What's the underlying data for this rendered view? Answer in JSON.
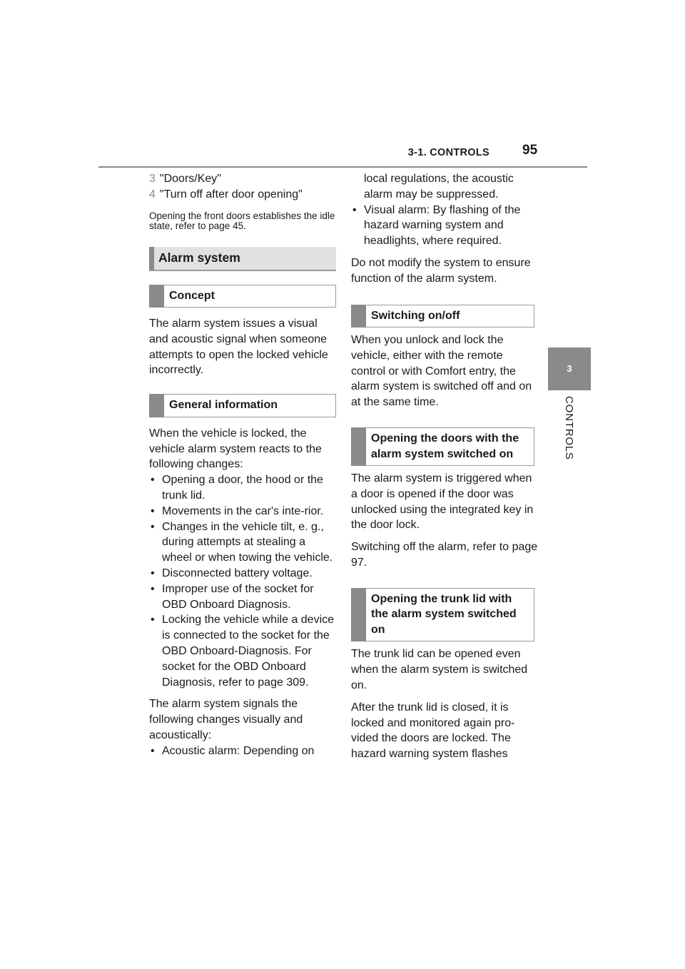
{
  "header": {
    "section": "3-1. CONTROLS",
    "page_number": "95"
  },
  "side_tab": {
    "number": "3",
    "label": "CONTROLS"
  },
  "left": {
    "steps": [
      {
        "num": "3",
        "text": "\"Doors/Key\""
      },
      {
        "num": "4",
        "text": "\"Turn off after door opening\""
      }
    ],
    "note": "Opening the front doors establishes the idle state, refer to page 45.",
    "alarm_heading": "Alarm system",
    "concept_heading": "Concept",
    "concept_text": "The alarm system issues a visual and acoustic signal when someone attempts to open the locked vehicle incorrectly.",
    "general_heading": "General information",
    "general_intro": "When the vehicle is locked, the vehicle alarm system reacts to the following changes:",
    "general_bullets": [
      "Opening a door, the hood or the trunk lid.",
      "Movements in the car's inte-rior.",
      "Changes in the vehicle tilt, e. g., during attempts at stealing a wheel or when towing the vehicle.",
      "Disconnected battery voltage.",
      "Improper use of the socket for OBD Onboard Diagnosis.",
      "Locking the vehicle while a device is connected to the socket for the OBD Onboard-Diagnosis. For socket for the OBD Onboard Diagnosis, refer to page 309."
    ],
    "signals_intro": "The alarm system signals the following changes visually and acoustically:",
    "signals_bullet_1_start": "Acoustic alarm: Depending on"
  },
  "right": {
    "signals_bullet_1_end": "local regulations, the acoustic alarm may be suppressed.",
    "signals_bullet_2": "Visual alarm: By flashing of the hazard warning system and headlights, where required.",
    "modify_note": "Do not modify the system to ensure function of the alarm system.",
    "switching_heading": "Switching on/off",
    "switching_text": "When you unlock and lock the vehicle, either with the remote control or with Comfort entry, the alarm system is switched off and on at the same time.",
    "doors_heading": "Opening the doors with the alarm system switched on",
    "doors_text": "The alarm system is triggered when a door is opened if the door was unlocked using the integrated key in the door lock.",
    "doors_ref": "Switching off the alarm, refer to page 97.",
    "trunk_heading": "Opening the trunk lid with the alarm system switched on",
    "trunk_text_1": "The trunk lid can be opened even when the alarm system is switched on.",
    "trunk_text_2": "After the trunk lid is closed, it is locked and monitored again pro-vided the doors are locked. The hazard warning system flashes"
  }
}
